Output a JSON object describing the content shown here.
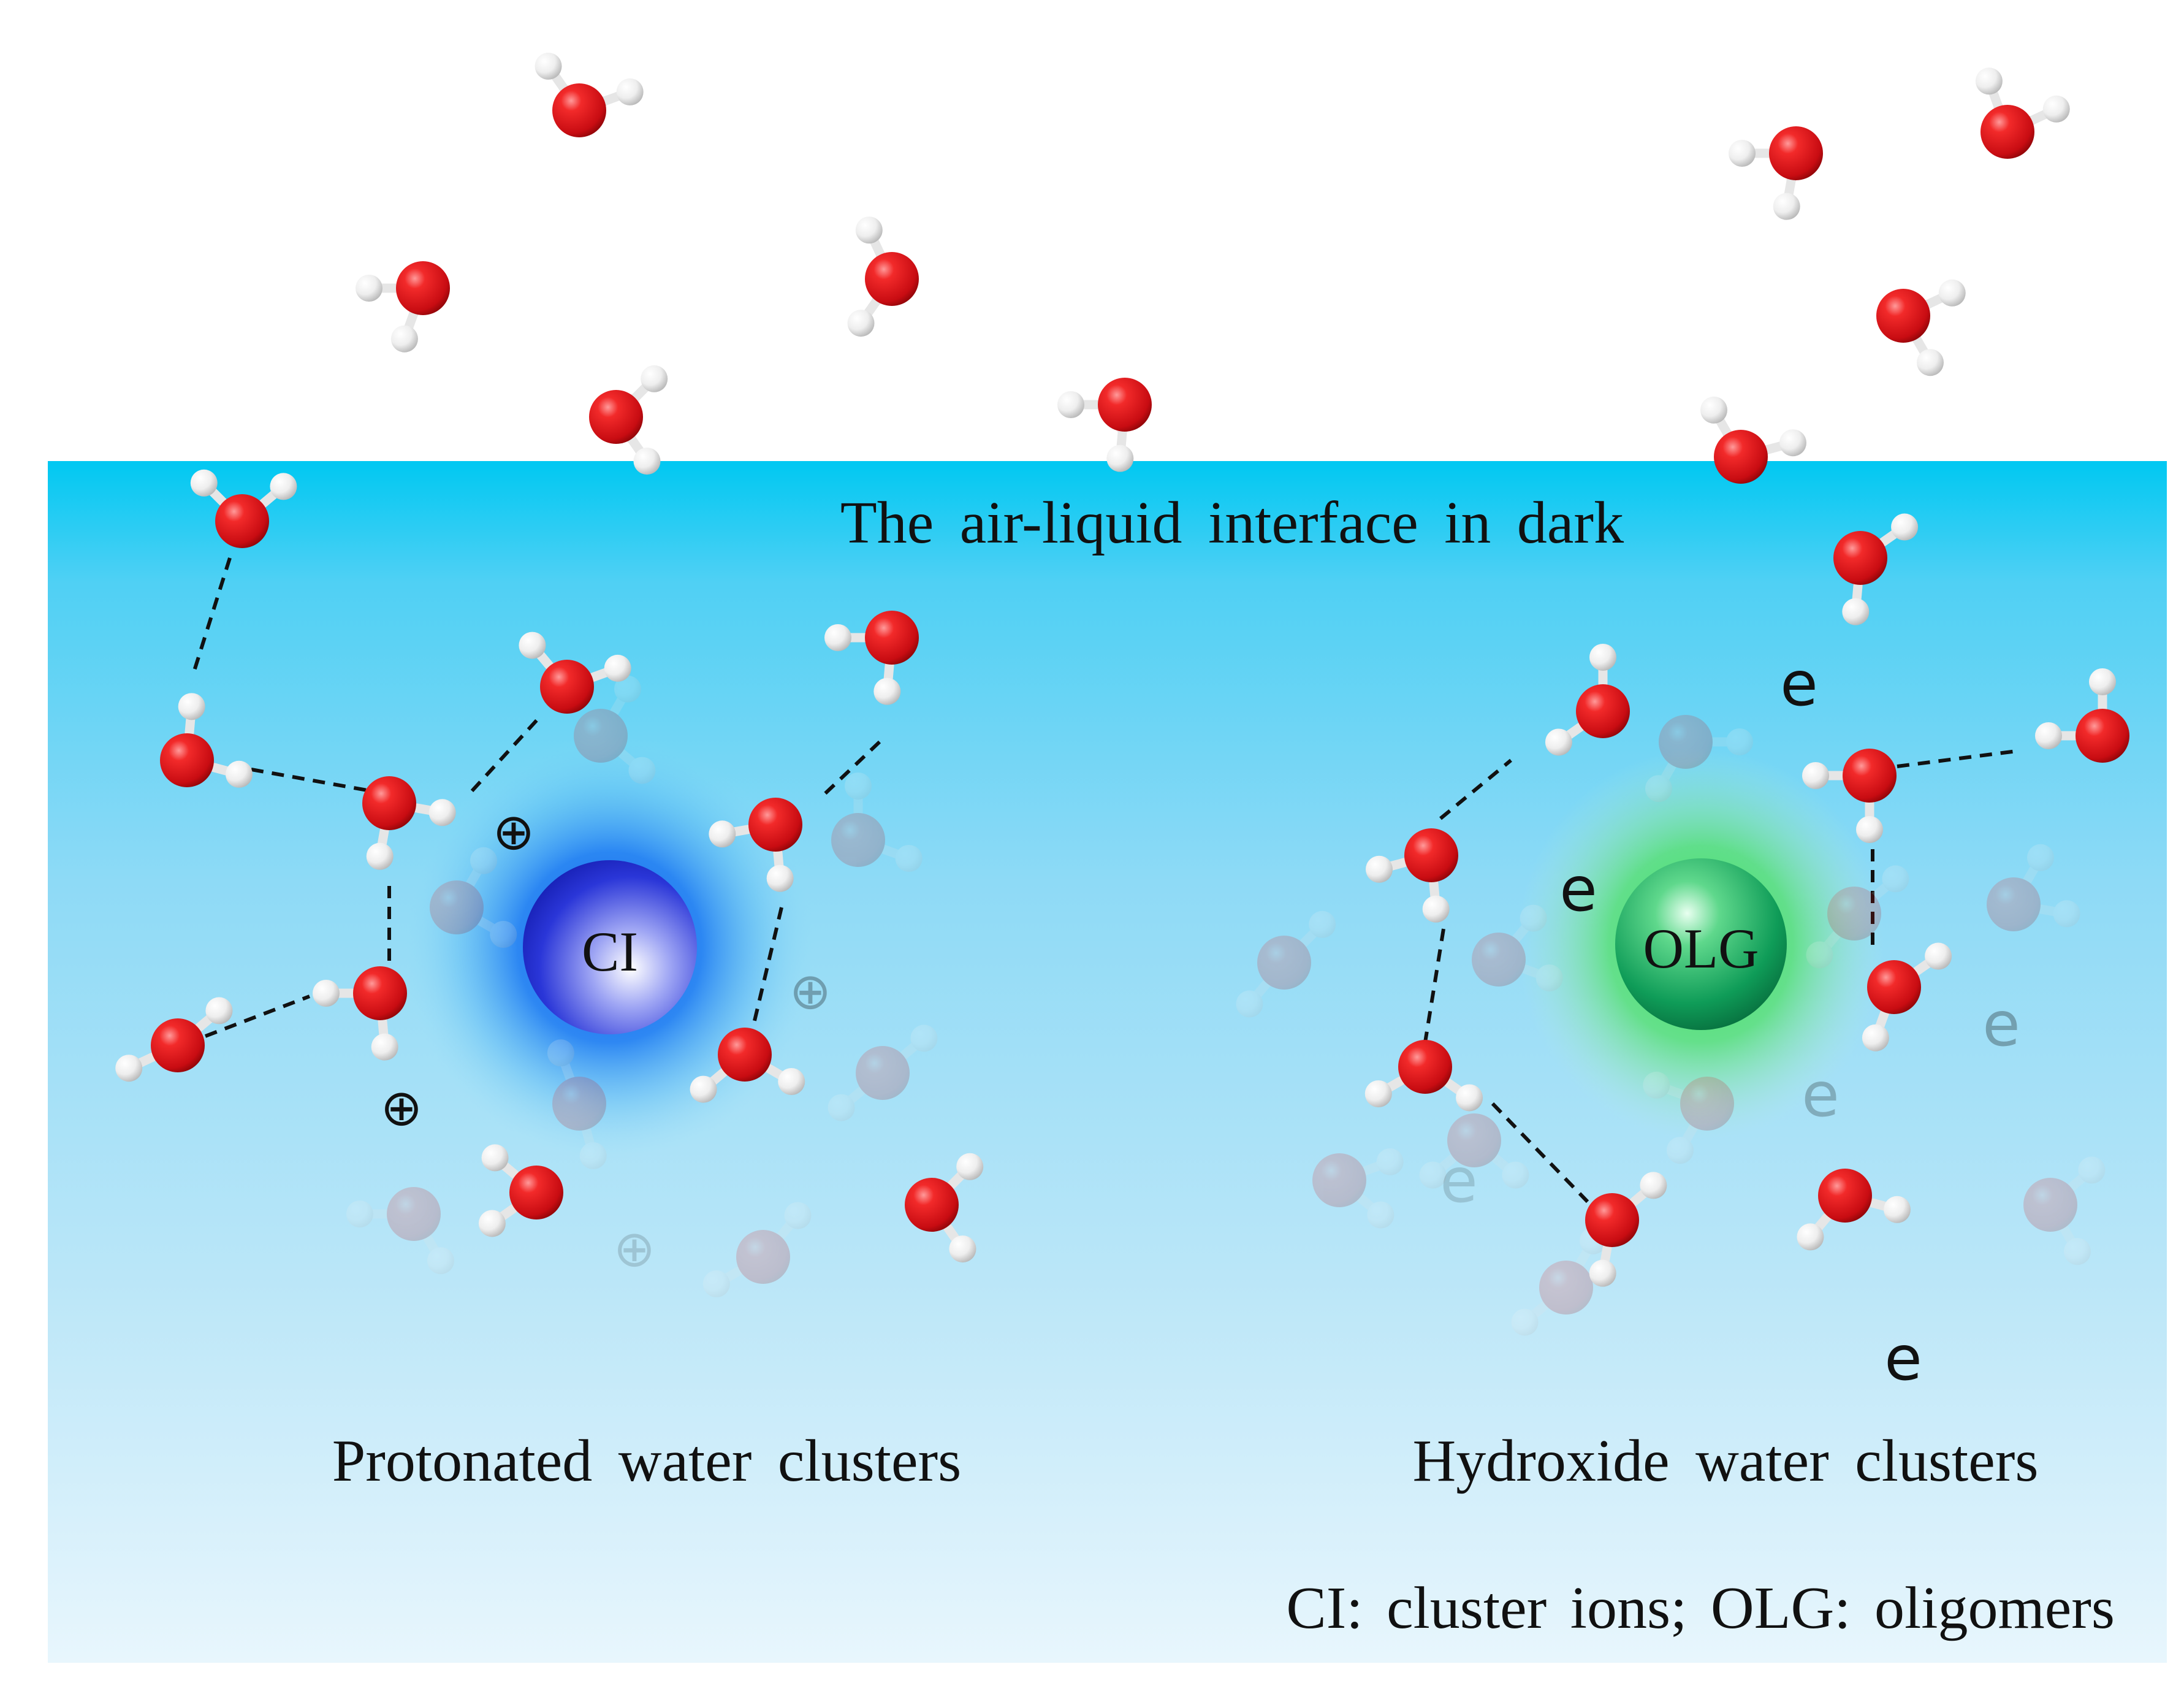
{
  "labels": {
    "interface": "The air-liquid interface in dark",
    "left_cluster": "Protonated water clusters",
    "right_cluster": "Hydroxide water clusters",
    "legend": "CI: cluster ions; OLG: oligomers"
  },
  "spheres": {
    "ci": "CI",
    "olg": "OLG"
  },
  "symbols": {
    "positive_charge": "⊕",
    "electron": "e"
  },
  "colors": {
    "liquid_top": "#00c8f2",
    "liquid_mid": "#78d4f4",
    "liquid_bottom": "#e8f6fd",
    "oxygen": "#e8141c",
    "hydrogen": "#f4f4f4",
    "bond": "#d22020",
    "ci_sphere": "#1a2ad8",
    "ci_glow": "#1a6af0",
    "olg_sphere": "#0f9c58",
    "olg_glow": "#3ee25a"
  }
}
